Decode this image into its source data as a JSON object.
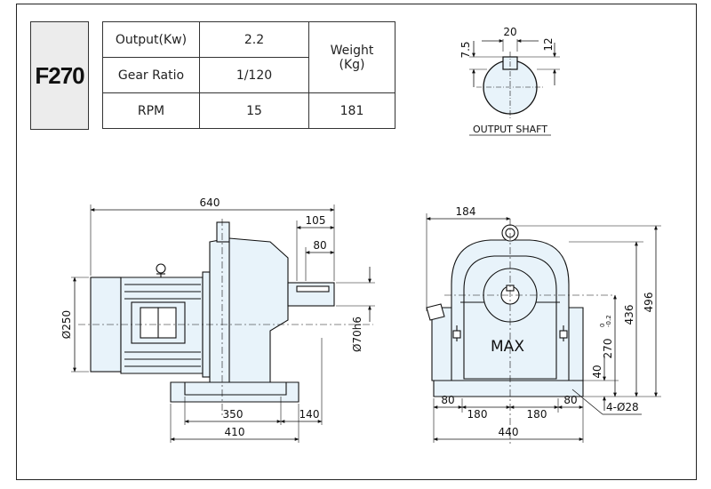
{
  "model": "F270",
  "specs": {
    "output_label": "Output(Kw)",
    "output_value": "2.2",
    "ratio_label": "Gear  Ratio",
    "ratio_value": "1/120",
    "rpm_label": "RPM",
    "rpm_value": "15",
    "weight_label_line1": "Weight",
    "weight_label_line2": "(Kg)",
    "weight_value": "181"
  },
  "output_shaft": {
    "caption": "OUTPUT SHAFT",
    "dim_key_width": "20",
    "dim_key_height": "12",
    "dim_key_depth": "7.5"
  },
  "side_view": {
    "dim_overall_length": "640",
    "dim_shaft_length": "105",
    "dim_key_length": "80",
    "dim_motor_diameter": "Ø250",
    "dim_shaft_diameter": "Ø70h6",
    "dim_base_length": "350",
    "dim_shaft_overhang": "140",
    "dim_foot_length": "410"
  },
  "front_view": {
    "dim_center_offset": "184",
    "label": "MAX",
    "dim_total_height": "496",
    "dim_housing_height": "436",
    "dim_shaft_height": "270",
    "dim_shaft_height_tol_upper": "0",
    "dim_shaft_height_tol_lower": "-0.2",
    "dim_foot_height": "40",
    "dim_foot_edge_left": "80",
    "dim_hole_span_left": "180",
    "dim_hole_span_right": "180",
    "dim_foot_edge_right": "80",
    "dim_bolt_holes": "4-Ø28",
    "dim_overall_width": "440"
  },
  "colors": {
    "body_fill": "#e8f3fa",
    "line": "#1a1a1a"
  }
}
